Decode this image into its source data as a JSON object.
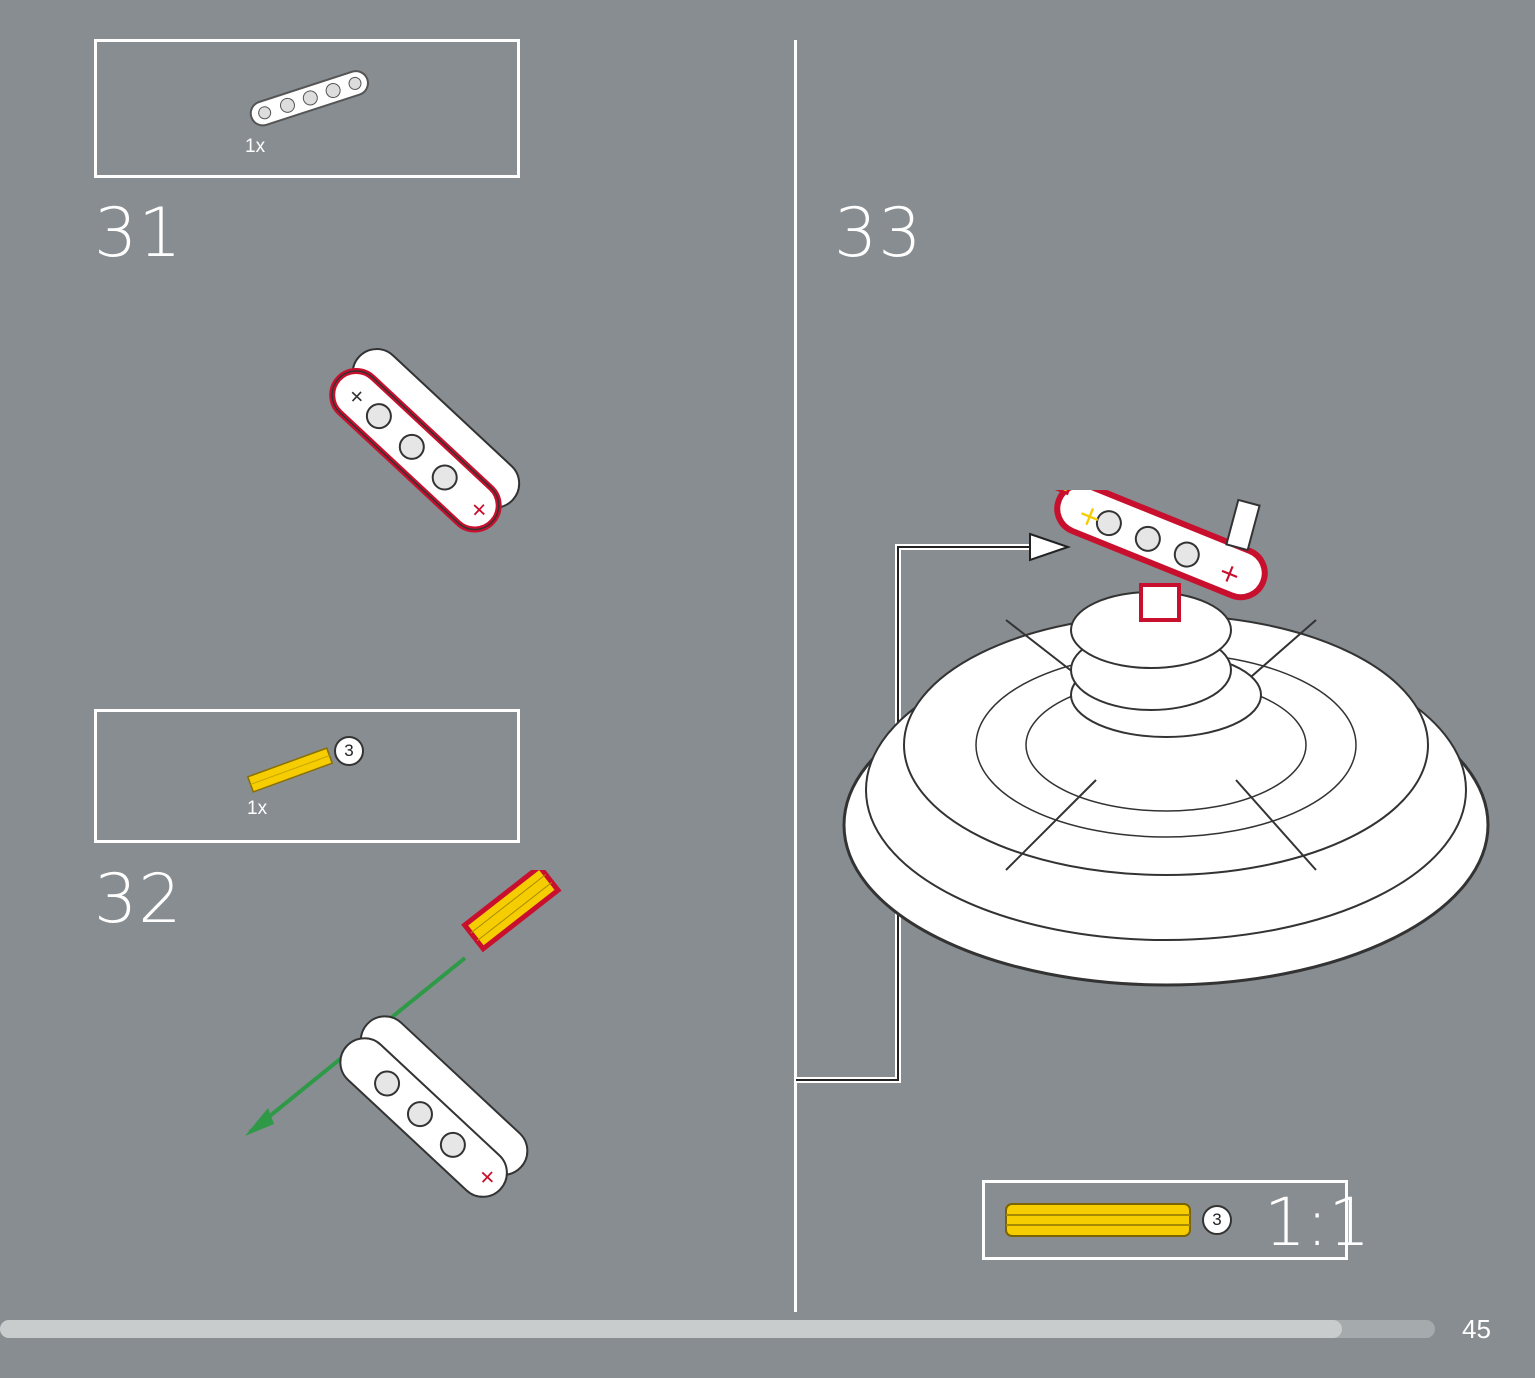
{
  "page": {
    "number": "45",
    "progress_fraction": 0.935
  },
  "steps": [
    {
      "number": "31",
      "parts": [
        {
          "name": "beam-icon",
          "quantity": "1x"
        }
      ]
    },
    {
      "number": "32",
      "parts": [
        {
          "name": "axle-icon",
          "quantity": "1x",
          "length_label": "3"
        }
      ]
    },
    {
      "number": "33"
    }
  ],
  "scale_reference": {
    "length_label": "3",
    "ratio": "1:1"
  },
  "colors": {
    "background": "#878d90",
    "highlight": "#c8102e",
    "axle": "#f5cd00",
    "arrow": "#2e9a48",
    "part": "#ffffff"
  }
}
